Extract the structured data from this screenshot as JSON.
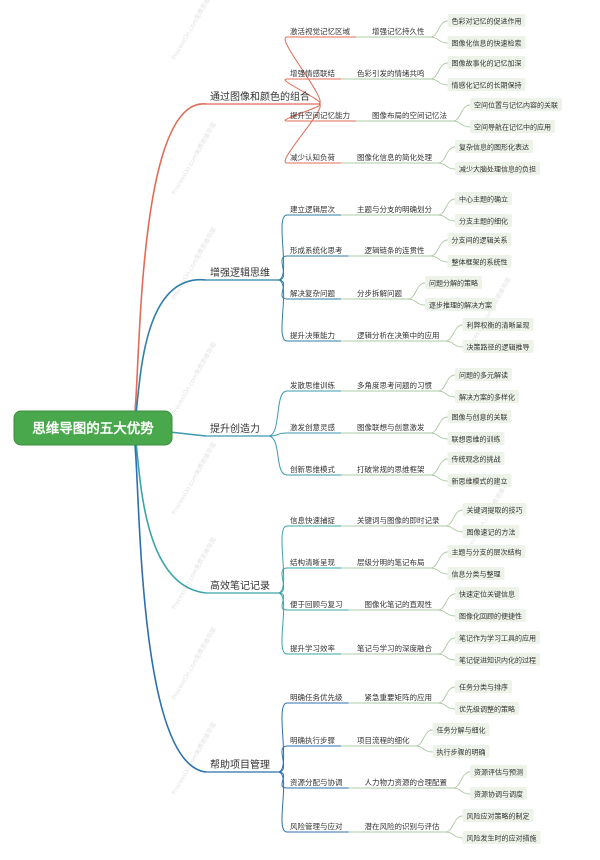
{
  "root": {
    "label": "思维导图的五大优势"
  },
  "watermark": "ProcessOn.com免费思维导图",
  "colors": {
    "root_fill": "#4aa84c",
    "root_border": "#3a8d3c",
    "pill_fill": "#eef3ea",
    "branch": [
      "#e06c58",
      "#2f7fa6",
      "#3d99ae",
      "#3aa4a8",
      "#2e6fae"
    ],
    "leaf_line": "#a9c8a0"
  },
  "branches": [
    {
      "label": "通过图像和颜色的组合",
      "children": [
        {
          "label": "激活视觉记忆区域",
          "sub": "增强记忆持久性",
          "leaves": [
            "色彩对记忆的促进作用",
            "图像化信息的快速检索"
          ]
        },
        {
          "label": "增强情感联结",
          "sub": "色彩引发的情绪共鸣",
          "leaves": [
            "图像故事化的记忆加深",
            "情感化记忆的长期保持"
          ]
        },
        {
          "label": "提升空间记忆能力",
          "sub": "图像布局的空间记忆法",
          "leaves": [
            "空间位置与记忆内容的关联",
            "空间导航在记忆中的应用"
          ]
        },
        {
          "label": "减少认知负荷",
          "sub": "图像化信息的简化处理",
          "leaves": [
            "复杂信息的图形化表达",
            "减少大脑处理信息的负担"
          ]
        }
      ]
    },
    {
      "label": "增强逻辑思维",
      "children": [
        {
          "label": "建立逻辑层次",
          "sub": "主题与分支的明确划分",
          "leaves": [
            "中心主题的确立",
            "分支主题的细化"
          ]
        },
        {
          "label": "形成系统化思考",
          "sub": "逻辑链条的连贯性",
          "leaves": [
            "分支间的逻辑关系",
            "整体框架的系统性"
          ]
        },
        {
          "label": "解决复杂问题",
          "sub": "分步拆解问题",
          "leaves": [
            "问题分解的策略",
            "逐步推理的解决方案"
          ]
        },
        {
          "label": "提升决策能力",
          "sub": "逻辑分析在决策中的应用",
          "leaves": [
            "利弊权衡的清晰呈现",
            "决策路径的逻辑推导"
          ]
        }
      ]
    },
    {
      "label": "提升创造力",
      "children": [
        {
          "label": "发散思维训练",
          "sub": "多角度思考问题的习惯",
          "leaves": [
            "问题的多元解读",
            "解决方案的多样化"
          ]
        },
        {
          "label": "激发创意灵感",
          "sub": "图像联想与创意激发",
          "leaves": [
            "图像与创意的关联",
            "联想思维的训练"
          ]
        },
        {
          "label": "创新思维模式",
          "sub": "打破常规的思维框架",
          "leaves": [
            "传统观念的挑战",
            "新思维模式的建立"
          ]
        }
      ]
    },
    {
      "label": "高效笔记记录",
      "children": [
        {
          "label": "信息快速捕捉",
          "sub": "关键词与图像的即时记录",
          "leaves": [
            "关键词提取的技巧",
            "图像速记的方法"
          ]
        },
        {
          "label": "结构清晰呈现",
          "sub": "层级分明的笔记布局",
          "leaves": [
            "主题与分支的层次结构",
            "信息分类与整理"
          ]
        },
        {
          "label": "便于回顾与复习",
          "sub": "图像化笔记的直观性",
          "leaves": [
            "快速定位关键信息",
            "图像化回顾的便捷性"
          ]
        },
        {
          "label": "提升学习效率",
          "sub": "笔记与学习的深度融合",
          "leaves": [
            "笔记作为学习工具的应用",
            "笔记促进知识内化的过程"
          ]
        }
      ]
    },
    {
      "label": "帮助项目管理",
      "children": [
        {
          "label": "明确任务优先级",
          "sub": "紧急重要矩阵的应用",
          "leaves": [
            "任务分类与排序",
            "优先级调整的策略"
          ]
        },
        {
          "label": "明确执行步骤",
          "sub": "项目流程的细化",
          "leaves": [
            "任务分解与细化",
            "执行步骤的明确"
          ]
        },
        {
          "label": "资源分配与协调",
          "sub": "人力物力资源的合理配置",
          "leaves": [
            "资源评估与预测",
            "资源协调与调度"
          ]
        },
        {
          "label": "风险管理与应对",
          "sub": "潜在风险的识别与评估",
          "leaves": [
            "风险应对策略的制定",
            "风险发生时的应对措施"
          ]
        }
      ]
    }
  ]
}
